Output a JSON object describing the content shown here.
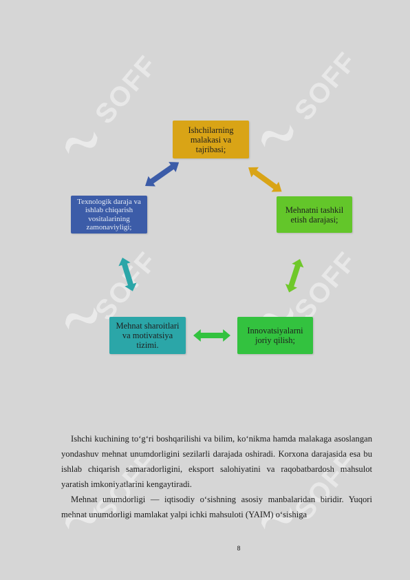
{
  "watermark": {
    "text": "SOFF"
  },
  "diagram": {
    "nodes": [
      {
        "id": "top",
        "lines": [
          "Ishchilarning",
          "malakasi va",
          "tajribasi;"
        ],
        "color": "#d9a416"
      },
      {
        "id": "right",
        "lines": [
          "Mehnatni tashkil",
          "etish darajasi;"
        ],
        "color": "#63c62a"
      },
      {
        "id": "bottom_right",
        "lines": [
          "Innovatsiyalarni",
          "joriy qilish;"
        ],
        "color": "#33c23f"
      },
      {
        "id": "bottom_left",
        "lines": [
          "Mehnat sharoitlari",
          "va motivatsiya",
          "tizimi."
        ],
        "color": "#2ba6a8"
      },
      {
        "id": "left",
        "lines": [
          "Texnologik daraja va",
          "ishlab chiqarish",
          "vositalarining",
          "zamonaviyligi;"
        ],
        "color": "#3c5ca8"
      }
    ]
  },
  "paragraphs": [
    "Ishchi kuchining to‘g‘ri boshqarilishi va bilim, ko‘nikma hamda malakaga asoslangan yondashuv mehnat unumdorligini sezilarli darajada oshiradi. Korxona darajasida esa bu ishlab chiqarish samaradorligini, eksport salohiyatini va raqobatbardosh mahsulot yaratish imkoniyatlarini kengaytiradi.",
    "Mehnat unumdorligi — iqtisodiy o‘sishning asosiy manbalaridan biridir. Yuqori mehnat unumdorligi mamlakat yalpi ichki mahsuloti (YAIM) o‘sishiga"
  ],
  "page_number": "8"
}
